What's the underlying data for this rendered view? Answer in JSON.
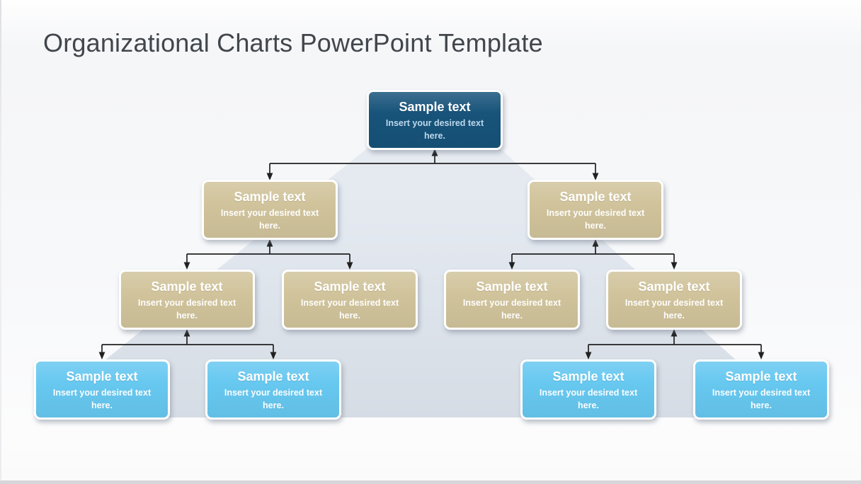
{
  "page": {
    "title": "Organizational Charts PowerPoint Template"
  },
  "org_chart": {
    "levels": 4,
    "nodes": [
      {
        "id": "level-1",
        "level": 1,
        "parent": null,
        "title": "Sample text",
        "body": "Insert your desired text here."
      },
      {
        "id": "level-2-left",
        "level": 2,
        "parent": "level-1",
        "title": "Sample text",
        "body": "Insert your desired text here."
      },
      {
        "id": "level-2-right",
        "level": 2,
        "parent": "level-1",
        "title": "Sample text",
        "body": "Insert your desired text here."
      },
      {
        "id": "level-3-1",
        "level": 3,
        "parent": "level-2-left",
        "title": "Sample text",
        "body": "Insert your desired text here."
      },
      {
        "id": "level-3-2",
        "level": 3,
        "parent": "level-2-left",
        "title": "Sample text",
        "body": "Insert your desired text here."
      },
      {
        "id": "level-3-3",
        "level": 3,
        "parent": "level-2-right",
        "title": "Sample text",
        "body": "Insert your desired text here."
      },
      {
        "id": "level-3-4",
        "level": 3,
        "parent": "level-2-right",
        "title": "Sample text",
        "body": "Insert your desired text here."
      },
      {
        "id": "level-4-1",
        "level": 4,
        "parent": "level-3-1",
        "title": "Sample text",
        "body": "Insert your desired text here."
      },
      {
        "id": "level-4-2",
        "level": 4,
        "parent": "level-3-1",
        "title": "Sample text",
        "body": "Insert your desired text here."
      },
      {
        "id": "level-4-3",
        "level": 4,
        "parent": "level-3-4",
        "title": "Sample text",
        "body": "Insert your desired text here."
      },
      {
        "id": "level-4-4",
        "level": 4,
        "parent": "level-3-4",
        "title": "Sample text",
        "body": "Insert your desired text here."
      }
    ],
    "colors": {
      "level1_fill": "#17537a",
      "level23_fill": "#d1c49c",
      "level4_fill": "#67c8f0",
      "pyramid_fill": "#e0e6ee",
      "connector_line": "#212121",
      "node_text": "#ffffff",
      "title_text": "#41464c"
    }
  }
}
